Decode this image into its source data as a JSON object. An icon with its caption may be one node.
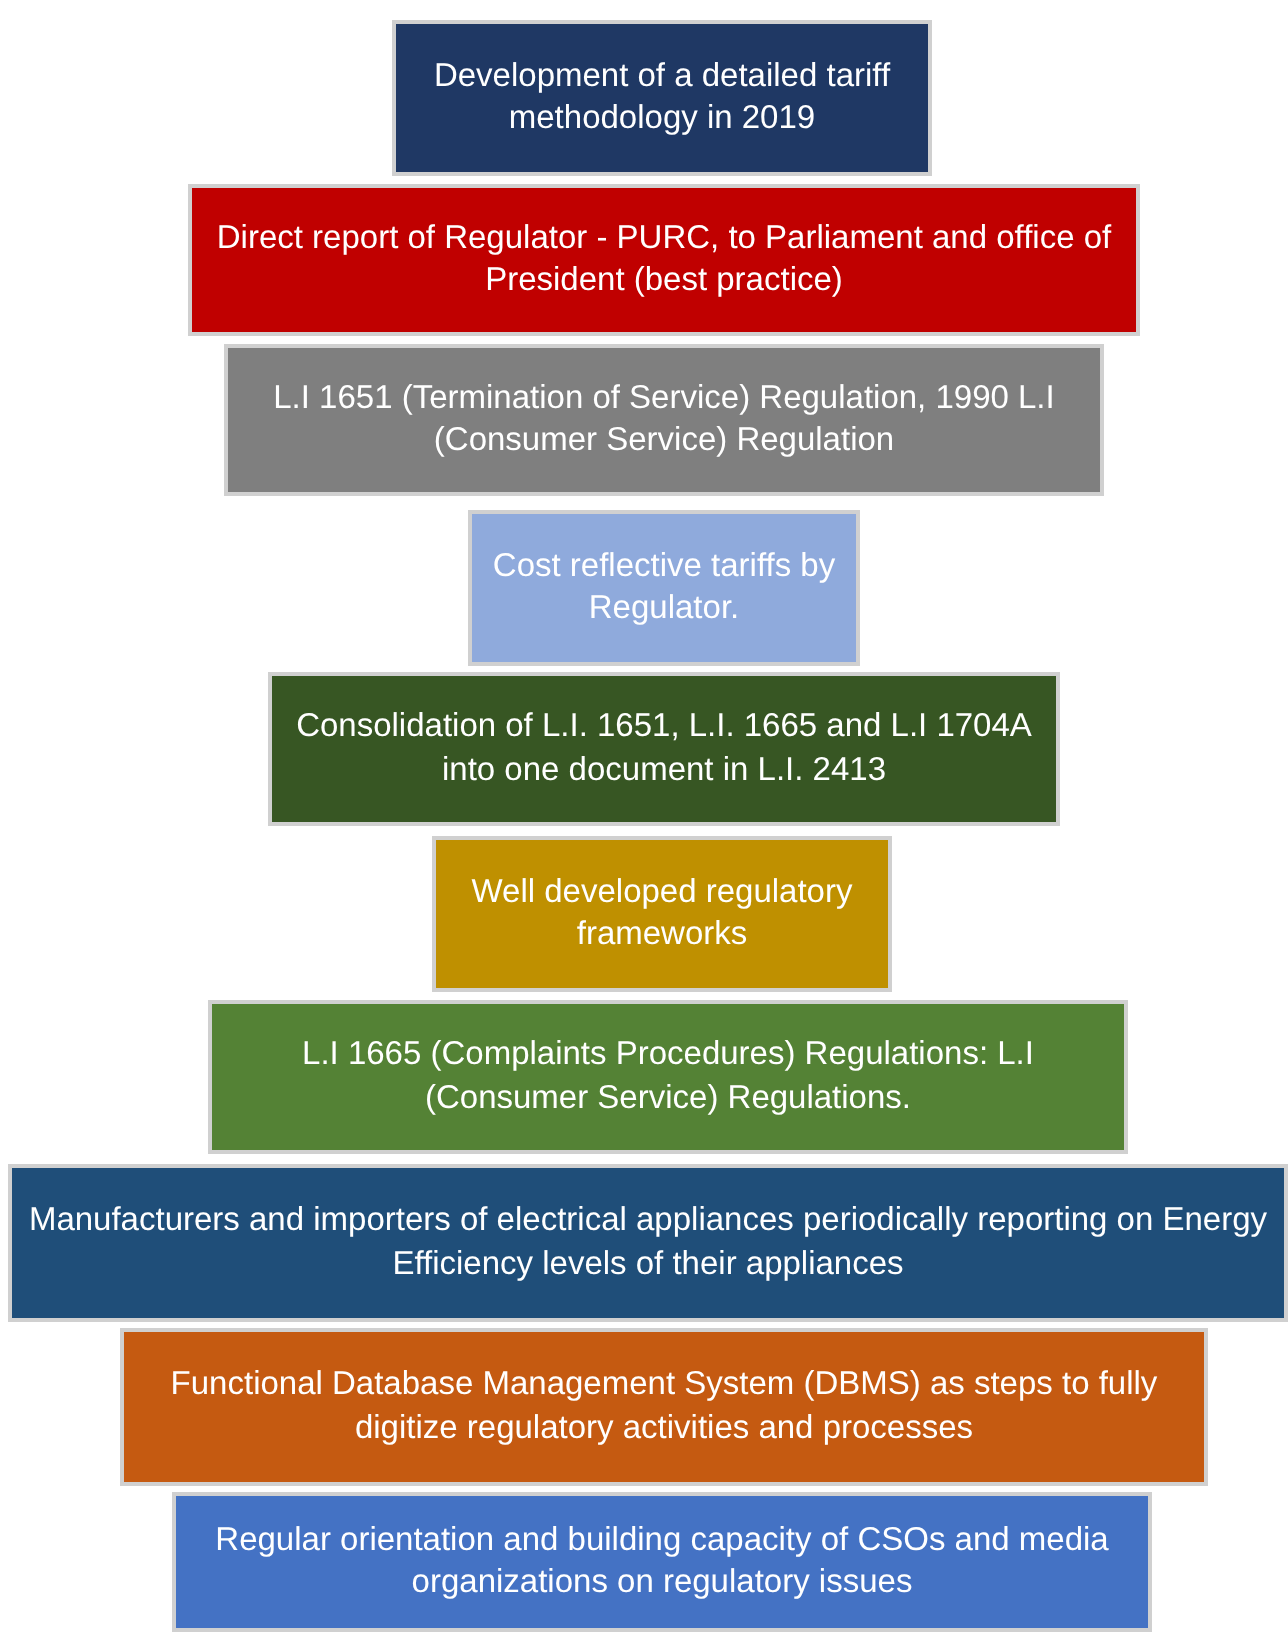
{
  "diagram": {
    "nodes": [
      {
        "text": [
          "Development of a detailed tariff methodology in 2019"
        ]
      },
      {
        "text": [
          "Direct report of Regulator - PURC, to Parliament and office of President (best practice)"
        ]
      },
      {
        "text": [
          "L.I 1651 (Termination of Service) Regulation, 1990 L.I (Consumer Service) Regulation"
        ]
      },
      {
        "text": [
          "Cost reflective tariffs by Regulator."
        ]
      },
      {
        "text": [
          "Consolidation of L.I. 1651, L.I. 1665 and L.I 1704A into one document in L.I. 2413"
        ]
      },
      {
        "text": [
          "Well developed regulatory frameworks"
        ]
      },
      {
        "text": [
          "L.I 1665 (Complaints Procedures) Regulations: L.I (Consumer Service) Regulations."
        ]
      },
      {
        "text": [
          "Manufacturers and importers of electrical appliances periodically reporting on Energy Efficiency levels of their appliances"
        ]
      },
      {
        "text": [
          "Functional Database Management System (DBMS) as steps to fully digitize regulatory activities and processes"
        ]
      },
      {
        "text": [
          "Regular orientation and building capacity of CSOs and media organizations on regulatory issues"
        ]
      }
    ]
  }
}
